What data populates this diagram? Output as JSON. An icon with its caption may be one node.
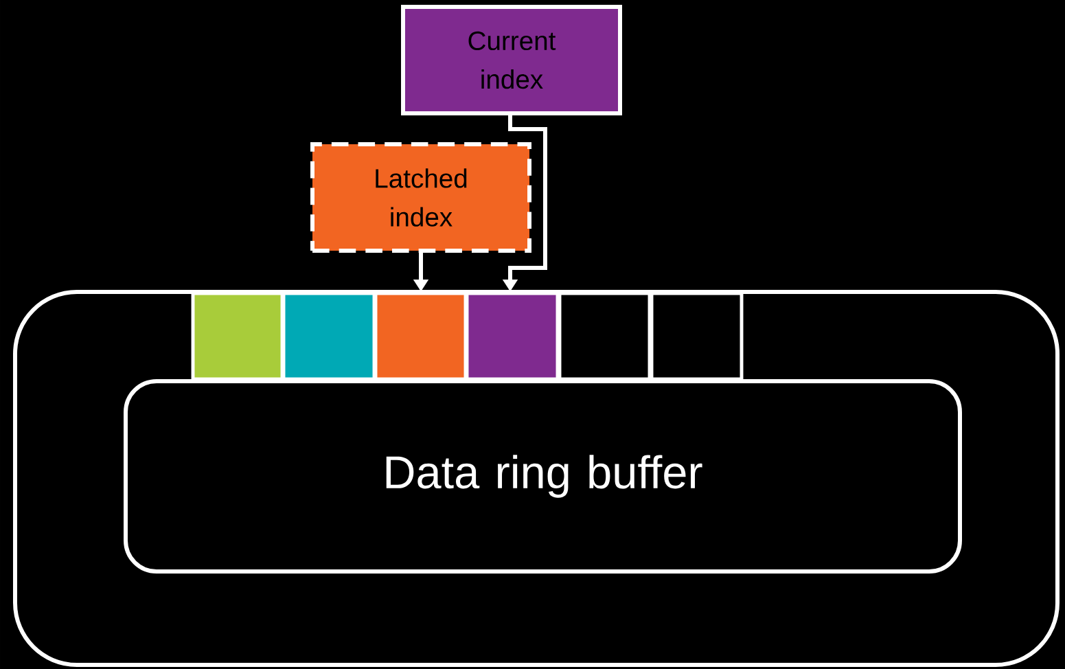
{
  "diagram": {
    "nodes": [
      {
        "text": [
          "Current index"
        ]
      },
      {
        "text": [
          "Latched index"
        ]
      },
      {
        "text": [],
        "shape": "box"
      },
      {
        "text": [
          "Data ring buffer"
        ],
        "in": 2
      },
      {
        "text": [],
        "shape": "box",
        "in": 2
      },
      {
        "text": [],
        "shape": "box",
        "in": 2
      },
      {
        "text": [],
        "shape": "box",
        "in": 2
      },
      {
        "text": [],
        "shape": "box",
        "in": 2
      },
      {
        "text": [],
        "shape": "box",
        "in": 2
      },
      {
        "text": [],
        "shape": "box",
        "in": 2
      }
    ],
    "edges": [
      {
        "from": 1,
        "to": 6,
        "arrow": "to"
      },
      {
        "from": 0,
        "to": 7,
        "arrow": "to"
      }
    ]
  }
}
